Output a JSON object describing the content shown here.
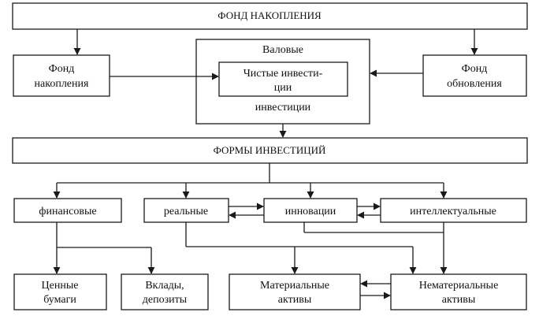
{
  "diagram": {
    "top_title": "ФОНД НАКОПЛЕНИЯ",
    "fund_accumulation": [
      "Фонд",
      "накопления"
    ],
    "fund_renewal": [
      "Фонд",
      "обновления"
    ],
    "gross": {
      "top": "Валовые",
      "inner": [
        "Чистые инвести-",
        "ции"
      ],
      "bottom": "инвестиции"
    },
    "forms_title": "ФОРМЫ ИНВЕСТИЦИЙ",
    "forms": {
      "financial": "финансовые",
      "real": "реальные",
      "innovations": "инновации",
      "intellectual": "интеллектуальные"
    },
    "results": {
      "securities": [
        "Ценные",
        "бумаги"
      ],
      "deposits": [
        "Вклады,",
        "депозиты"
      ],
      "material": [
        "Материальные",
        "активы"
      ],
      "intangible": [
        "Нематериальные",
        "активы"
      ]
    }
  }
}
